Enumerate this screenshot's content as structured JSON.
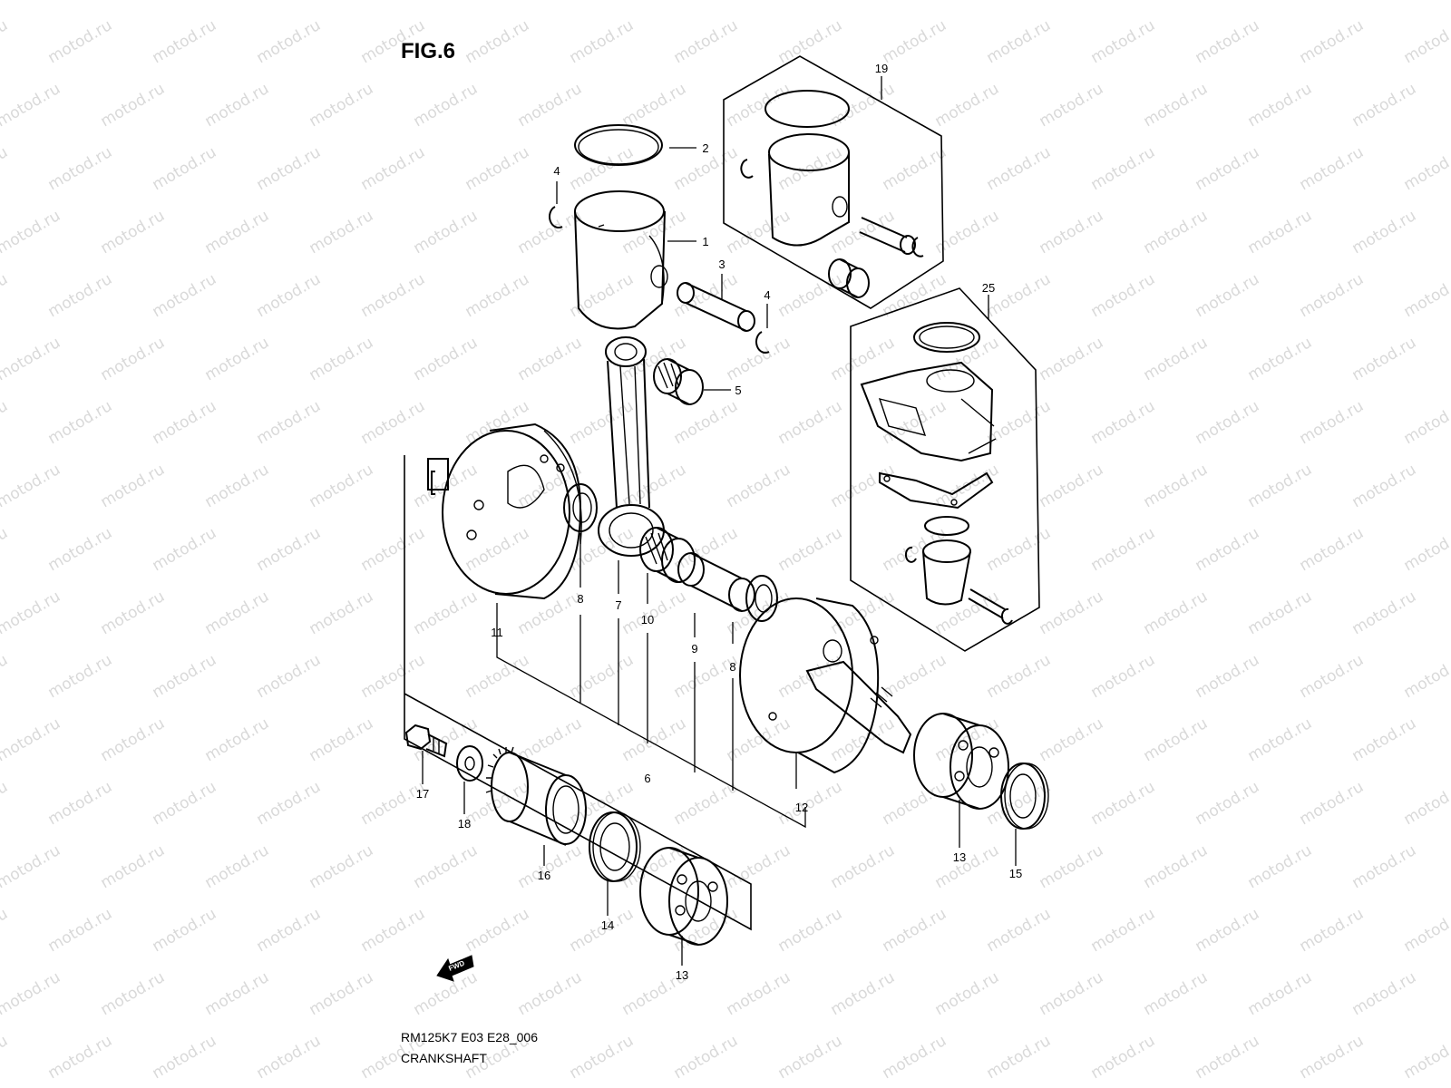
{
  "figure": {
    "title": "FIG.6",
    "model_code": "RM125K7 E03 E28_006",
    "caption": "CRANKSHAFT",
    "fwd_label": "FWD"
  },
  "watermark": {
    "text": "motod.ru",
    "color": "#d9d9d9"
  },
  "callouts": {
    "c1": "1",
    "c2": "2",
    "c3": "3",
    "c4a": "4",
    "c4b": "4",
    "c5": "5",
    "c6": "6",
    "c7": "7",
    "c8a": "8",
    "c8b": "8",
    "c9": "9",
    "c10": "10",
    "c11": "11",
    "c12": "12",
    "c13a": "13",
    "c13b": "13",
    "c14": "14",
    "c15": "15",
    "c16": "16",
    "c17": "17",
    "c18": "18",
    "c19": "19",
    "c25": "25"
  }
}
